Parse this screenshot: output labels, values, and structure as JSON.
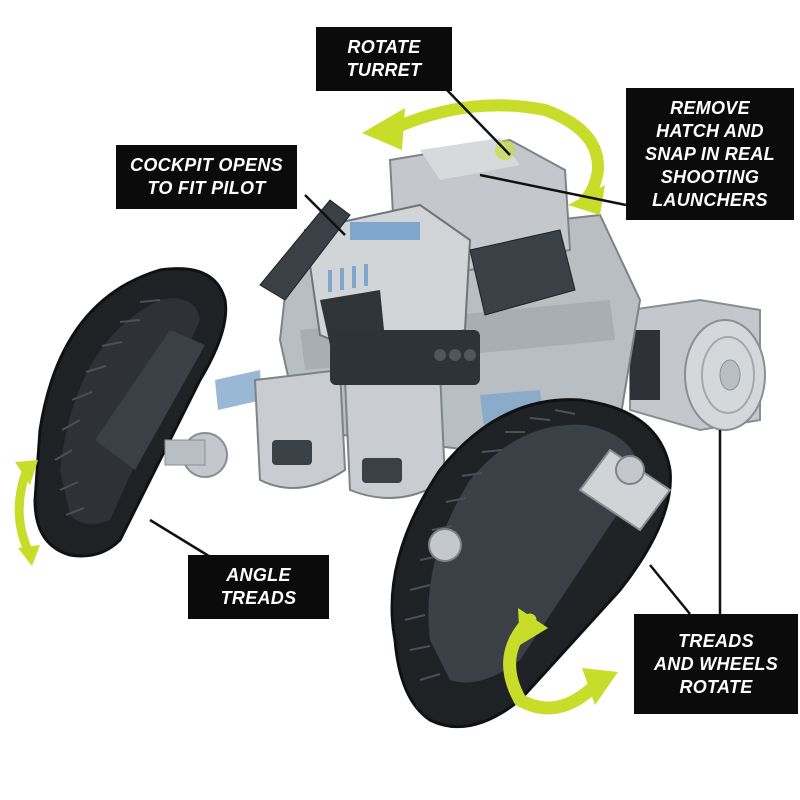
{
  "callouts": {
    "rotate_turret": "ROTATE\nTURRET",
    "cockpit": "COCKPIT OPENS\nTO FIT PILOT",
    "hatch": "REMOVE\nHATCH AND\nSNAP IN REAL\nSHOOTING\nLAUNCHERS",
    "angle_treads": "ANGLE\nTREADS",
    "treads_wheels": "TREADS\nAND WHEELS\nROTATE"
  },
  "colors": {
    "callout_bg": "#0b0b0b",
    "callout_text": "#ffffff",
    "arrow": "#c8dd2a",
    "leader_line": "#111111",
    "toy_body": "#b9bec3",
    "toy_dark": "#3a4046",
    "tread": "#1f2225",
    "accent_blue": "#7fa6cc"
  }
}
